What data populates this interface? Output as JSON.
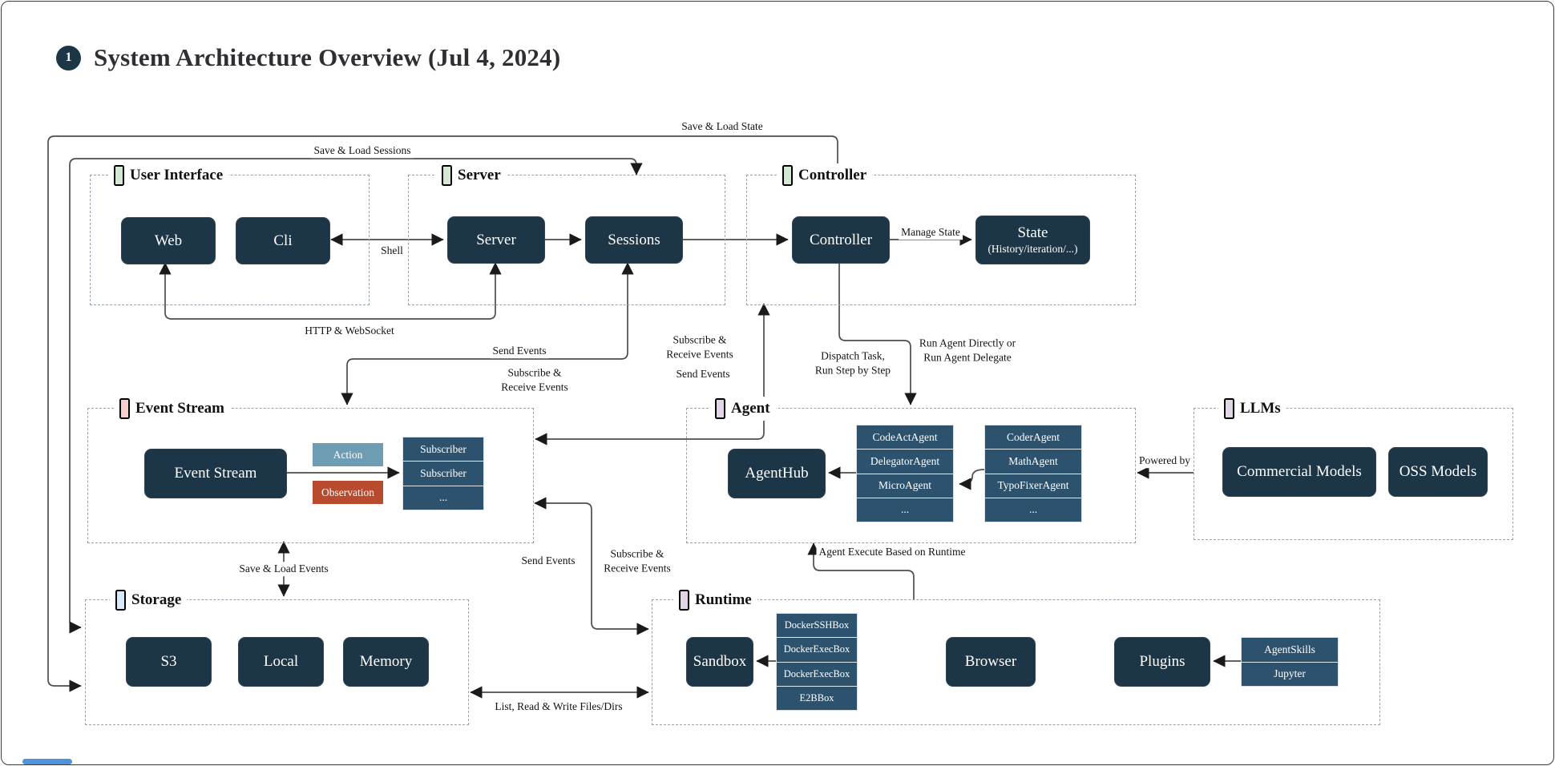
{
  "title": {
    "badge": "1",
    "text": "System Architecture Overview (Jul 4, 2024)"
  },
  "groups": {
    "ui": {
      "label": "User Interface"
    },
    "server": {
      "label": "Server"
    },
    "controller": {
      "label": "Controller"
    },
    "event_stream": {
      "label": "Event Stream"
    },
    "agent": {
      "label": "Agent"
    },
    "llms": {
      "label": "LLMs"
    },
    "storage": {
      "label": "Storage"
    },
    "runtime": {
      "label": "Runtime"
    }
  },
  "nodes": {
    "web": {
      "label": "Web"
    },
    "cli": {
      "label": "Cli"
    },
    "server": {
      "label": "Server"
    },
    "sessions": {
      "label": "Sessions"
    },
    "controller": {
      "label": "Controller"
    },
    "state": {
      "label": "State",
      "sublabel": "(History/iteration/...)"
    },
    "event_stream": {
      "label": "Event Stream"
    },
    "agenthub": {
      "label": "AgentHub"
    },
    "commercial": {
      "label": "Commercial Models"
    },
    "oss": {
      "label": "OSS Models"
    },
    "s3": {
      "label": "S3"
    },
    "local": {
      "label": "Local"
    },
    "memory": {
      "label": "Memory"
    },
    "sandbox": {
      "label": "Sandbox"
    },
    "browser": {
      "label": "Browser"
    },
    "plugins": {
      "label": "Plugins"
    }
  },
  "stacks": {
    "subscribers": {
      "rows": [
        "Subscriber",
        "Subscriber",
        "..."
      ]
    },
    "agents1": {
      "rows": [
        "CodeActAgent",
        "DelegatorAgent",
        "MicroAgent",
        "..."
      ]
    },
    "agents2": {
      "rows": [
        "CoderAgent",
        "MathAgent",
        "TypoFixerAgent",
        "..."
      ]
    },
    "docker": {
      "rows": [
        "DockerSSHBox",
        "DockerExecBox",
        "DockerExecBox",
        "E2BBox"
      ]
    },
    "plugins_stack": {
      "rows": [
        "AgentSkills",
        "Jupyter"
      ]
    }
  },
  "tags": {
    "action": {
      "label": "Action",
      "color": "#6e9cb2"
    },
    "observation": {
      "label": "Observation",
      "color": "#b84a2d"
    }
  },
  "edges": {
    "save_load_state": {
      "label": "Save & Load State"
    },
    "save_load_sessions": {
      "label": "Save & Load Sessions"
    },
    "shell": {
      "label": "Shell"
    },
    "http_websocket": {
      "label": "HTTP & WebSocket"
    },
    "manage_state": {
      "label": "Manage State"
    },
    "send_events_upper": {
      "label": "Send Events"
    },
    "sub_recv_upper": {
      "label": "Subscribe &\nReceive Events"
    },
    "sub_recv_right": {
      "label": "Subscribe &\nReceive Events"
    },
    "send_events_right": {
      "label": "Send Events"
    },
    "dispatch_task": {
      "label": "Dispatch Task,\nRun Step by Step"
    },
    "run_agent": {
      "label": "Run Agent Directly or\nRun Agent Delegate"
    },
    "powered_by": {
      "label": "Powered by"
    },
    "save_load_events": {
      "label": "Save & Load Events"
    },
    "send_events_lower": {
      "label": "Send Events"
    },
    "sub_recv_lower": {
      "label": "Subscribe &\nReceive Events"
    },
    "agent_execute": {
      "label": "Agent Execute Based on Runtime"
    },
    "list_read_write": {
      "label": "List, Read & Write Files/Dirs"
    }
  },
  "colors": {
    "node_fill": "#1d3647",
    "stack_fill": "#2d526e",
    "action": "#6e9cb2",
    "observation": "#b84a2d",
    "group_border": "#97a1ac",
    "wire": "#4d4d4d",
    "tab_green": "#82b366",
    "tab_red": "#b85450",
    "tab_blue": "#6c8ebf",
    "tab_purple": "#9673a6"
  }
}
